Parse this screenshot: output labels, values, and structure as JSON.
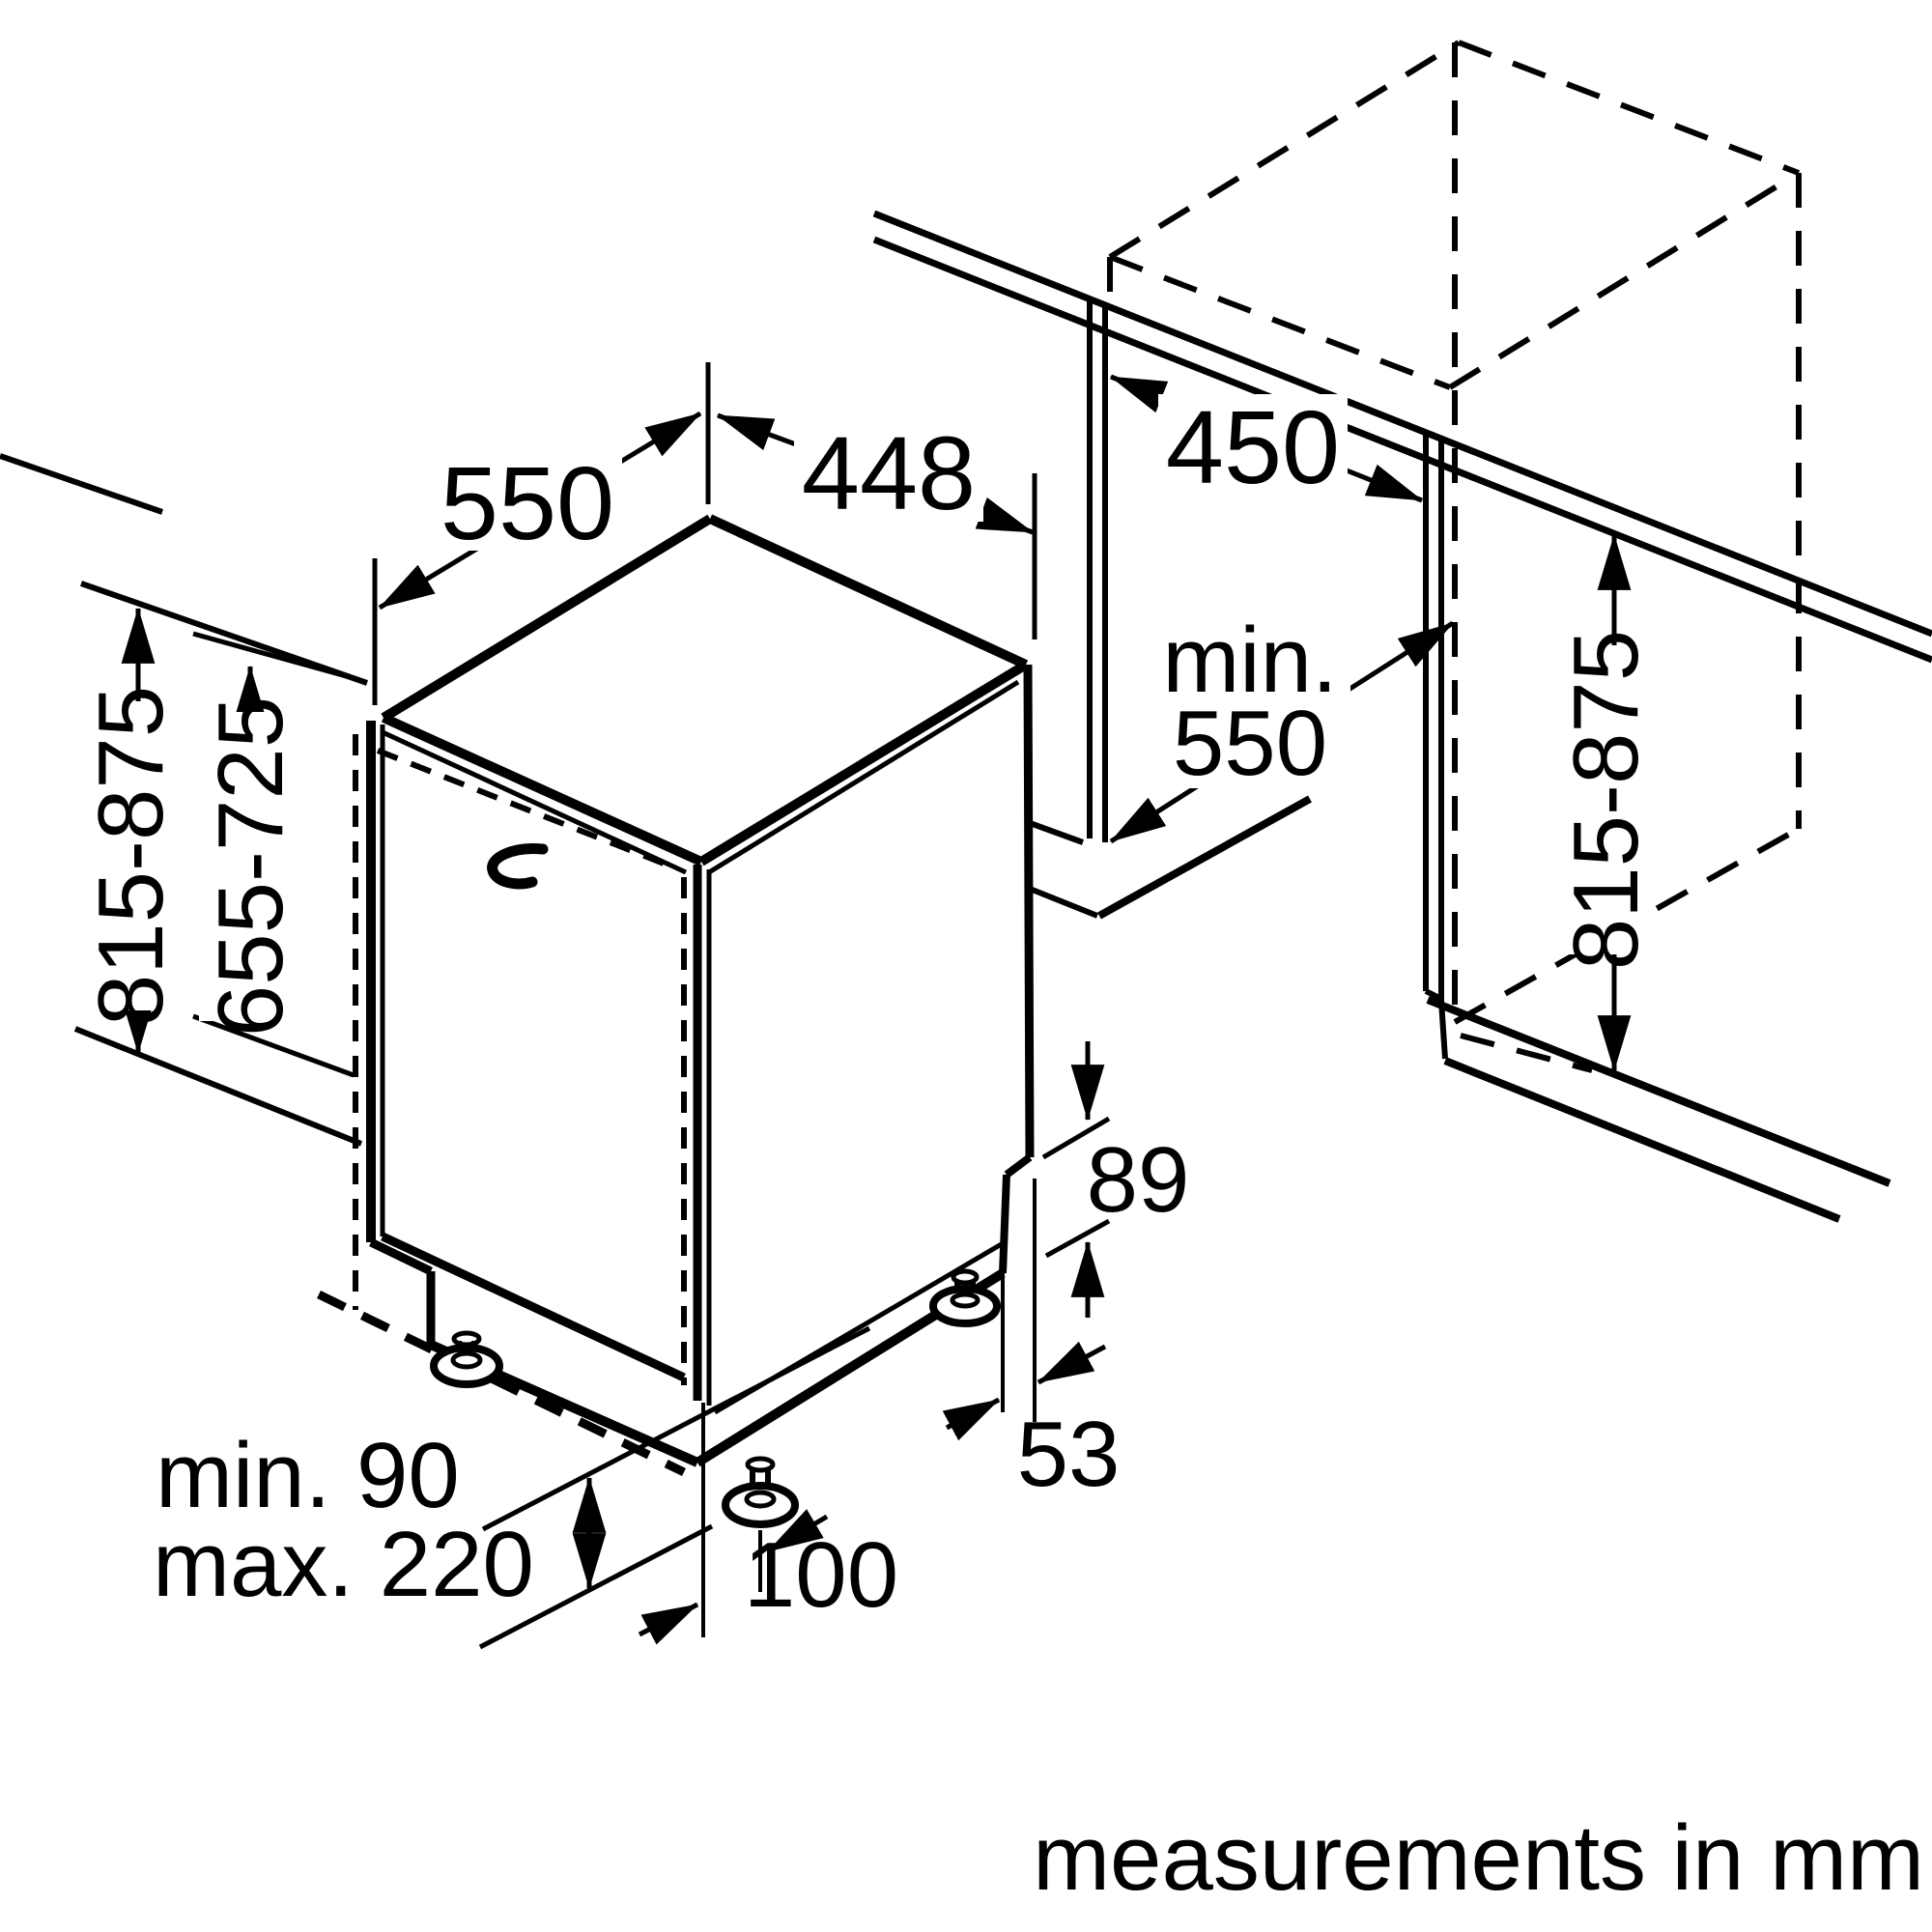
{
  "colors": {
    "line": "#000000",
    "background": "#ffffff"
  },
  "appliance": {
    "depth": "550",
    "width": "448",
    "height_range": "815-875",
    "door_height_range": "655-725",
    "plinth_min": "min. 90",
    "plinth_max": "max. 220",
    "foot_inset": "100",
    "rear_foot_height": "89",
    "rear_offset": "53"
  },
  "niche": {
    "width": "450",
    "depth_min_line1": "min.",
    "depth_min_line2": "550",
    "height_range": "815-875"
  },
  "footer": {
    "note": "measurements in mm"
  }
}
